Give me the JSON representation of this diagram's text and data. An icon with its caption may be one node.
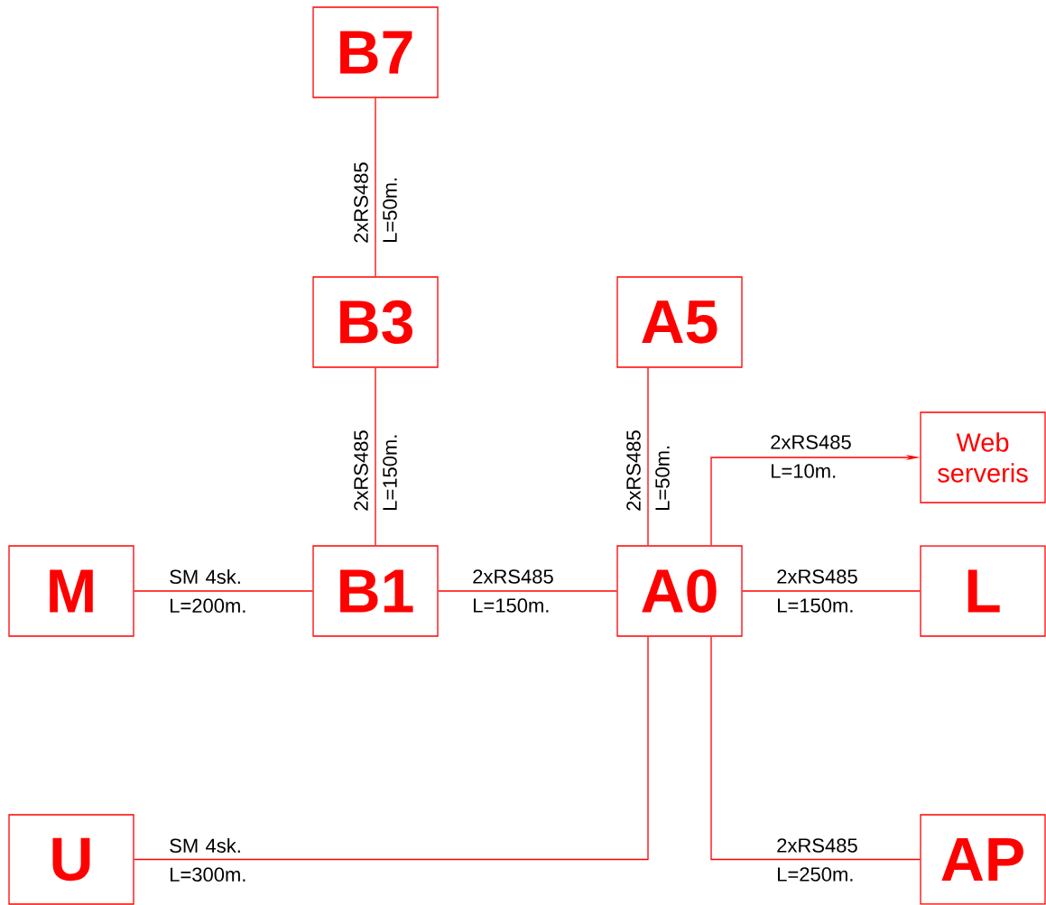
{
  "diagram": {
    "nodes": [
      {
        "text": [
          "B7"
        ]
      },
      {
        "text": [
          "B3"
        ]
      },
      {
        "text": [
          "A5"
        ]
      },
      {
        "text": [
          "Web serveris"
        ]
      },
      {
        "text": [
          "M"
        ]
      },
      {
        "text": [
          "B1"
        ]
      },
      {
        "text": [
          "A0"
        ]
      },
      {
        "text": [
          "L"
        ]
      },
      {
        "text": [
          "U"
        ]
      },
      {
        "text": [
          "AP"
        ]
      }
    ],
    "edges": [
      {
        "from": 0,
        "to": 1,
        "arrow": "none",
        "label": "2xRS485 L=50m."
      },
      {
        "from": 1,
        "to": 5,
        "arrow": "none",
        "label": "2xRS485 L=150m."
      },
      {
        "from": 2,
        "to": 6,
        "arrow": "none",
        "label": "2xRS485 L=50m."
      },
      {
        "from": 6,
        "to": 3,
        "arrow": "to",
        "label": "2xRS485 L=10m."
      },
      {
        "from": 4,
        "to": 5,
        "arrow": "none",
        "label": "SM 4sk. L=200m."
      },
      {
        "from": 5,
        "to": 6,
        "arrow": "none",
        "label": "2xRS485 L=150m."
      },
      {
        "from": 6,
        "to": 7,
        "arrow": "none",
        "label": "2xRS485 L=150m."
      },
      {
        "from": 6,
        "to": 8,
        "arrow": "none",
        "label": "SM 4sk. L=300m."
      },
      {
        "from": 6,
        "to": 9,
        "arrow": "none",
        "label": "2xRS485 L=250m."
      }
    ]
  }
}
